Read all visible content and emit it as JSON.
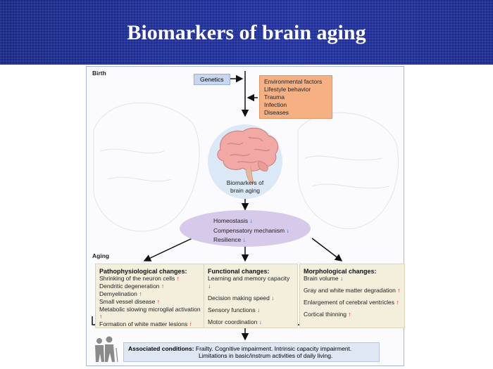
{
  "header": {
    "title": "Biomarkers of brain aging"
  },
  "diagram": {
    "birth_label": "Birth",
    "aging_label": "Aging",
    "genetics": "Genetics",
    "environment_items": [
      "Environmental factors",
      "Lifestyle behavior",
      "Trauma",
      "Infection",
      "Diseases"
    ],
    "brain_label": "Biomarkers of brain aging",
    "ellipse_items": [
      {
        "text": "Homeostasis",
        "arrow": "↓"
      },
      {
        "text": "Compensatory mechanism",
        "arrow": "↓"
      },
      {
        "text": "Resilience",
        "arrow": "↓"
      }
    ],
    "columns": [
      {
        "heading": "Pathophysiological changes:",
        "items": [
          {
            "text": "Shrinking of the neuron cells",
            "arrow": "↑"
          },
          {
            "text": "Dendritic degeneration",
            "arrow": "↑"
          },
          {
            "text": "Demyelination",
            "arrow": "↑"
          },
          {
            "text": "Small vessel disease",
            "arrow": "↑"
          },
          {
            "text": "Metabolic slowing microglial activation",
            "arrow": "↑"
          },
          {
            "text": "Formation of white matter lesions",
            "arrow": "↑"
          }
        ]
      },
      {
        "heading": "Functional changes:",
        "items": [
          {
            "text": "Learning and memory capacity",
            "arrow": "↓"
          },
          {
            "text": "Decision making speed",
            "arrow": "↓"
          },
          {
            "text": "Sensory functions",
            "arrow": "↓"
          },
          {
            "text": "Motor coordination",
            "arrow": "↓"
          }
        ]
      },
      {
        "heading": "Morphological changes:",
        "items": [
          {
            "text": "Brain volume",
            "arrow": "↓"
          },
          {
            "text": "Gray and white matter degradation",
            "arrow": "↑"
          },
          {
            "text": "Enlargement of cerebral ventricles",
            "arrow": "↑"
          },
          {
            "text": "Cortical thinning",
            "arrow": "↑"
          }
        ]
      }
    ],
    "associated": {
      "label": "Associated conditions:",
      "line1": "Frailty. Cognitive impairment. Intrinsic capacity impairment.",
      "line2": "Limitations in basic/instrum activities of daily living."
    },
    "colors": {
      "banner": "#1e2f9a",
      "genetics_box": "#c8d6f0",
      "environment_box": "#f5b183",
      "ellipse": "#d6c9ea",
      "brain_circle": "#dbe9f6",
      "column_box": "#f3efdc",
      "arrow_up": "#d0021b",
      "arrow_down": "#1f5fc8"
    }
  }
}
